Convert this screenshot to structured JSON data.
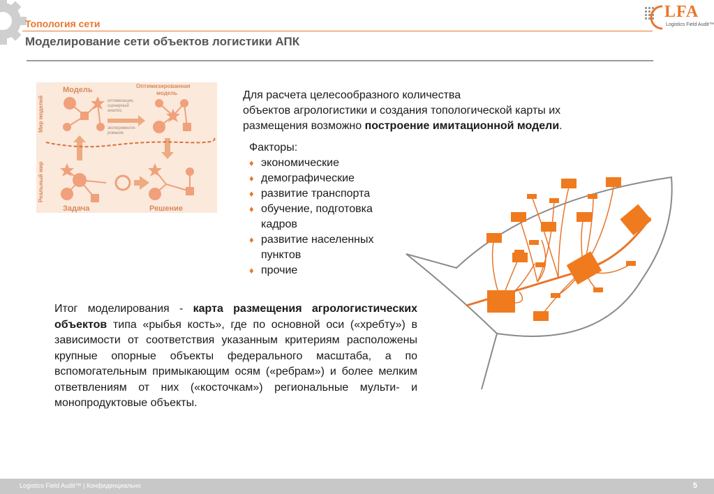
{
  "header": {
    "section_title": "Топология сети",
    "page_title": "Моделирование сети объектов логистики АПК"
  },
  "logo": {
    "text": "LFA",
    "subtitle": "Logistics Field Audit™"
  },
  "model_diagram": {
    "model_label": "Модель",
    "optimized_label_1": "Оптимизированная",
    "optimized_label_2": "модель",
    "model_world_label": "Мир моделей",
    "real_world_label": "Реальный мир",
    "task_label": "Задача",
    "solution_label": "Решение",
    "optimization_note_1": "оптимизация,",
    "optimization_note_2": "сценарный",
    "optimization_note_3": "анализ,",
    "experiment_note_1": "эксперименти-",
    "experiment_note_2": "рование"
  },
  "intro": {
    "line1": "Для расчета целесообразного количества",
    "line2": "объектов агрологистики и создания топологической карты их",
    "line3_prefix": "размещения возможно ",
    "line3_bold": "построение имитационной модели",
    "line3_suffix": "."
  },
  "factors": {
    "title": "Факторы:",
    "bullet": "♦",
    "items": [
      "экономические",
      "демографические",
      "развитие транспорта",
      "обучение, подготовка кадров",
      "развитие населенных пунктов",
      "прочие"
    ]
  },
  "conclusion": {
    "prefix": "Итог моделирования - ",
    "bold": "карта размещения агрологистических объектов",
    "rest": " типа «рыбья кость», где по основной оси («хребту») в зависимости от соответствия указанным критериям расположены крупные опорные объекты федерального масштаба, а по вспомогательным примыкающим осям («ребрам») и более мелким ответвлениям от них («косточкам») региональные мульти- и монопродуктовые объекты."
  },
  "footer": {
    "text": "Logistics Field Audit™ | Конфиденциально",
    "page_number": "5"
  },
  "colors": {
    "accent": "#e8762b",
    "diagram_bg": "#fbe9dc",
    "footer_bg": "#c8c8c8"
  }
}
